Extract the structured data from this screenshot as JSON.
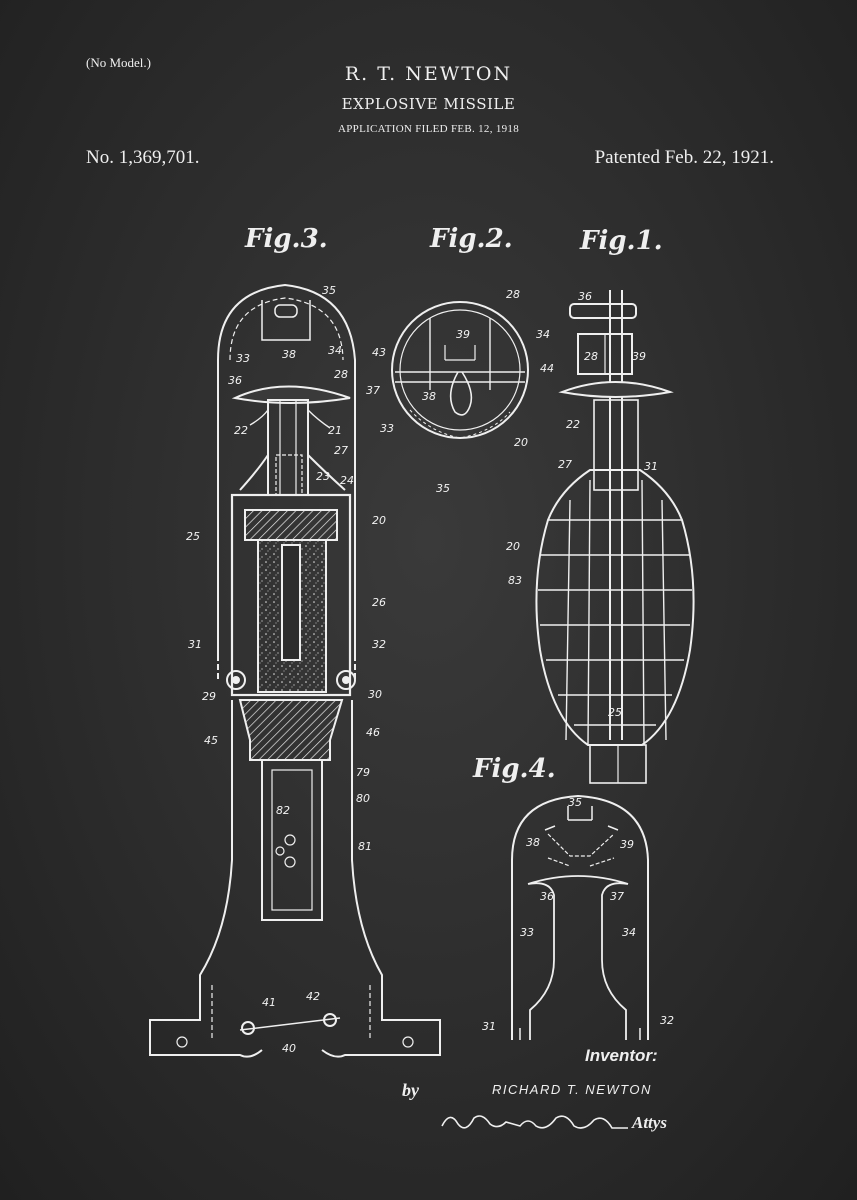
{
  "header": {
    "no_model": "(No Model.)",
    "inventor_name": "R. T. NEWTON",
    "title": "EXPLOSIVE MISSILE",
    "application_filed": "APPLICATION FILED FEB. 12, 1918",
    "patent_number": "No. 1,369,701.",
    "patented_date": "Patented Feb. 22, 1921."
  },
  "figures": {
    "fig1": "Fig.1.",
    "fig2": "Fig.2.",
    "fig3": "Fig.3.",
    "fig4": "Fig.4."
  },
  "refs": {
    "fig3": [
      "35",
      "33",
      "38",
      "34",
      "36",
      "28",
      "37",
      "22",
      "21",
      "27",
      "23",
      "24",
      "25",
      "20",
      "26",
      "31",
      "32",
      "29",
      "30",
      "45",
      "46",
      "79",
      "80",
      "82",
      "81",
      "41",
      "42",
      "40"
    ],
    "fig2": [
      "28",
      "39",
      "34",
      "43",
      "44",
      "38",
      "33",
      "20",
      "35"
    ],
    "fig1": [
      "36",
      "28",
      "39",
      "22",
      "27",
      "31",
      "20",
      "83",
      "25"
    ],
    "fig4": [
      "35",
      "38",
      "39",
      "36",
      "37",
      "33",
      "34",
      "31",
      "32"
    ]
  },
  "footer": {
    "inventor_label": "Inventor:",
    "inventor_signature": "RICHARD T. NEWTON",
    "by": "by",
    "attorney_signature": "Attys"
  },
  "colors": {
    "chalkboard": "#2c2c2c",
    "chalk": "#efefef"
  }
}
